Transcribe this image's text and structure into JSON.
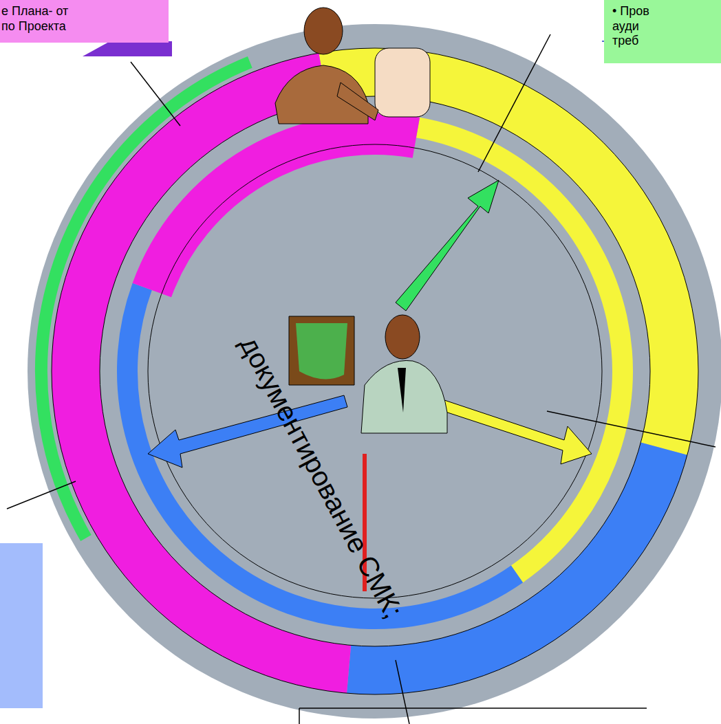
{
  "diagram": {
    "nodes": [
      {
        "text": [
          "е Плана- от по Проекта"
        ]
      },
      {
        "text": [
          "• Пров ауди треб"
        ]
      }
    ],
    "labels": [
      "документирование СМК;"
    ]
  }
}
